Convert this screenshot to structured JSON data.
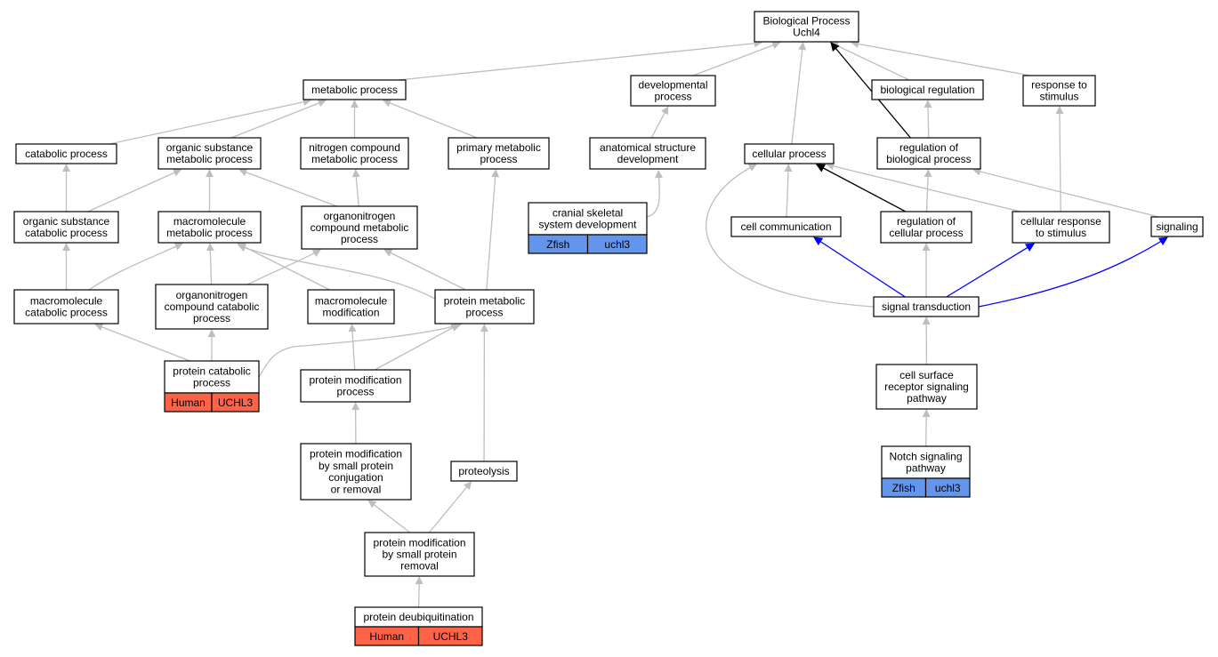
{
  "colors": {
    "edge_default": "#bebebe",
    "edge_black": "#000000",
    "edge_blue": "#0000ff",
    "human_fill": "#ff6347",
    "zfish_fill": "#6495ed"
  },
  "nodes": [
    {
      "id": "bp",
      "lines": [
        "Biological Process",
        "Uchl4"
      ]
    },
    {
      "id": "metabolic",
      "lines": [
        "metabolic process"
      ]
    },
    {
      "id": "developmental",
      "lines": [
        "developmental",
        "process"
      ]
    },
    {
      "id": "bioreg",
      "lines": [
        "biological regulation"
      ]
    },
    {
      "id": "response",
      "lines": [
        "response to",
        "stimulus"
      ]
    },
    {
      "id": "catabolic",
      "lines": [
        "catabolic process"
      ]
    },
    {
      "id": "orgsubmet",
      "lines": [
        "organic substance",
        "metabolic process"
      ]
    },
    {
      "id": "nitrogen",
      "lines": [
        "nitrogen compound",
        "metabolic process"
      ]
    },
    {
      "id": "primary",
      "lines": [
        "primary metabolic",
        "process"
      ]
    },
    {
      "id": "anatomical",
      "lines": [
        "anatomical structure",
        "development"
      ]
    },
    {
      "id": "cellular",
      "lines": [
        "cellular process"
      ]
    },
    {
      "id": "regbio",
      "lines": [
        "regulation of",
        "biological process"
      ]
    },
    {
      "id": "orgsubcat",
      "lines": [
        "organic substance",
        "catabolic process"
      ]
    },
    {
      "id": "macromet",
      "lines": [
        "macromolecule",
        "metabolic process"
      ]
    },
    {
      "id": "orgnitmet",
      "lines": [
        "organonitrogen",
        "compound metabolic",
        "process"
      ]
    },
    {
      "id": "cranial",
      "lines": [
        "cranial skeletal",
        "system development"
      ],
      "tags": [
        "Zfish",
        "uchl3"
      ],
      "tag_color": "zfish"
    },
    {
      "id": "cellcomm",
      "lines": [
        "cell communication"
      ]
    },
    {
      "id": "regcell",
      "lines": [
        "regulation of",
        "cellular process"
      ]
    },
    {
      "id": "cellresp",
      "lines": [
        "cellular response",
        "to stimulus"
      ]
    },
    {
      "id": "signaling",
      "lines": [
        "signaling"
      ]
    },
    {
      "id": "macrocat",
      "lines": [
        "macromolecule",
        "catabolic process"
      ]
    },
    {
      "id": "orgnitcat",
      "lines": [
        "organonitrogen",
        "compound catabolic",
        "process"
      ]
    },
    {
      "id": "macromod",
      "lines": [
        "macromolecule",
        "modification"
      ]
    },
    {
      "id": "proteinmet",
      "lines": [
        "protein metabolic",
        "process"
      ]
    },
    {
      "id": "signaltrans",
      "lines": [
        "signal transduction"
      ]
    },
    {
      "id": "proteincat",
      "lines": [
        "protein catabolic",
        "process"
      ],
      "tags": [
        "Human",
        "UCHL3"
      ],
      "tag_color": "human"
    },
    {
      "id": "proteinmod",
      "lines": [
        "protein modification",
        "process"
      ]
    },
    {
      "id": "cellsurface",
      "lines": [
        "cell surface",
        "receptor signaling",
        "pathway"
      ]
    },
    {
      "id": "notch",
      "lines": [
        "Notch signaling",
        "pathway"
      ],
      "tags": [
        "Zfish",
        "uchl3"
      ],
      "tag_color": "zfish"
    },
    {
      "id": "protmodsmall",
      "lines": [
        "protein modification",
        "by small protein",
        "conjugation",
        "or removal"
      ]
    },
    {
      "id": "proteolysis",
      "lines": [
        "proteolysis"
      ]
    },
    {
      "id": "protmodremoval",
      "lines": [
        "protein modification",
        "by small protein",
        "removal"
      ]
    },
    {
      "id": "deubiq",
      "lines": [
        "protein deubiquitination"
      ],
      "tags": [
        "Human",
        "UCHL3"
      ],
      "tag_color": "human"
    }
  ],
  "edges": [
    {
      "from": "metabolic",
      "to": "bp",
      "color": "default"
    },
    {
      "from": "developmental",
      "to": "bp",
      "color": "default"
    },
    {
      "from": "bioreg",
      "to": "bp",
      "color": "default"
    },
    {
      "from": "response",
      "to": "bp",
      "color": "default"
    },
    {
      "from": "cellular",
      "to": "bp",
      "color": "default"
    },
    {
      "from": "regbio",
      "to": "bp",
      "color": "black"
    },
    {
      "from": "catabolic",
      "to": "metabolic",
      "color": "default"
    },
    {
      "from": "orgsubmet",
      "to": "metabolic",
      "color": "default"
    },
    {
      "from": "nitrogen",
      "to": "metabolic",
      "color": "default"
    },
    {
      "from": "primary",
      "to": "metabolic",
      "color": "default"
    },
    {
      "from": "anatomical",
      "to": "developmental",
      "color": "default"
    },
    {
      "from": "regbio",
      "to": "bioreg",
      "color": "default"
    },
    {
      "from": "cellresp",
      "to": "response",
      "color": "default"
    },
    {
      "from": "orgsubcat",
      "to": "catabolic",
      "color": "default"
    },
    {
      "from": "orgsubcat",
      "to": "orgsubmet",
      "color": "default"
    },
    {
      "from": "macromet",
      "to": "orgsubmet",
      "color": "default"
    },
    {
      "from": "orgnitmet",
      "to": "orgsubmet",
      "color": "default"
    },
    {
      "from": "orgnitmet",
      "to": "nitrogen",
      "color": "default"
    },
    {
      "from": "proteinmet",
      "to": "primary",
      "color": "default"
    },
    {
      "from": "cranial",
      "to": "anatomical",
      "color": "default"
    },
    {
      "from": "cellcomm",
      "to": "cellular",
      "color": "default"
    },
    {
      "from": "regcell",
      "to": "cellular",
      "color": "black"
    },
    {
      "from": "cellresp",
      "to": "cellular",
      "color": "default"
    },
    {
      "from": "regcell",
      "to": "regbio",
      "color": "default"
    },
    {
      "from": "signaling",
      "to": "regbio",
      "color": "default"
    },
    {
      "from": "macrocat",
      "to": "orgsubcat",
      "color": "default"
    },
    {
      "from": "macrocat",
      "to": "macromet",
      "color": "default"
    },
    {
      "from": "orgnitcat",
      "to": "macromet",
      "color": "default"
    },
    {
      "from": "macromod",
      "to": "macromet",
      "color": "default"
    },
    {
      "from": "proteinmet",
      "to": "macromet",
      "color": "default"
    },
    {
      "from": "orgnitcat",
      "to": "orgnitmet",
      "color": "default"
    },
    {
      "from": "proteinmet",
      "to": "orgnitmet",
      "color": "default"
    },
    {
      "from": "signaltrans",
      "to": "cellcomm",
      "color": "blue"
    },
    {
      "from": "signaltrans",
      "to": "regcell",
      "color": "default"
    },
    {
      "from": "signaltrans",
      "to": "cellresp",
      "color": "blue"
    },
    {
      "from": "signaltrans",
      "to": "signaling",
      "color": "blue"
    },
    {
      "from": "signaltrans",
      "to": "cellular",
      "color": "default"
    },
    {
      "from": "proteincat",
      "to": "macrocat",
      "color": "default"
    },
    {
      "from": "proteincat",
      "to": "orgnitcat",
      "color": "default"
    },
    {
      "from": "proteincat",
      "to": "proteinmet",
      "color": "default"
    },
    {
      "from": "proteinmod",
      "to": "macromod",
      "color": "default"
    },
    {
      "from": "proteinmod",
      "to": "proteinmet",
      "color": "default"
    },
    {
      "from": "proteolysis",
      "to": "proteinmet",
      "color": "default"
    },
    {
      "from": "cellsurface",
      "to": "signaltrans",
      "color": "default"
    },
    {
      "from": "notch",
      "to": "cellsurface",
      "color": "default"
    },
    {
      "from": "protmodsmall",
      "to": "proteinmod",
      "color": "default"
    },
    {
      "from": "protmodremoval",
      "to": "protmodsmall",
      "color": "default"
    },
    {
      "from": "protmodremoval",
      "to": "proteolysis",
      "color": "default"
    },
    {
      "from": "deubiq",
      "to": "protmodremoval",
      "color": "default"
    }
  ]
}
